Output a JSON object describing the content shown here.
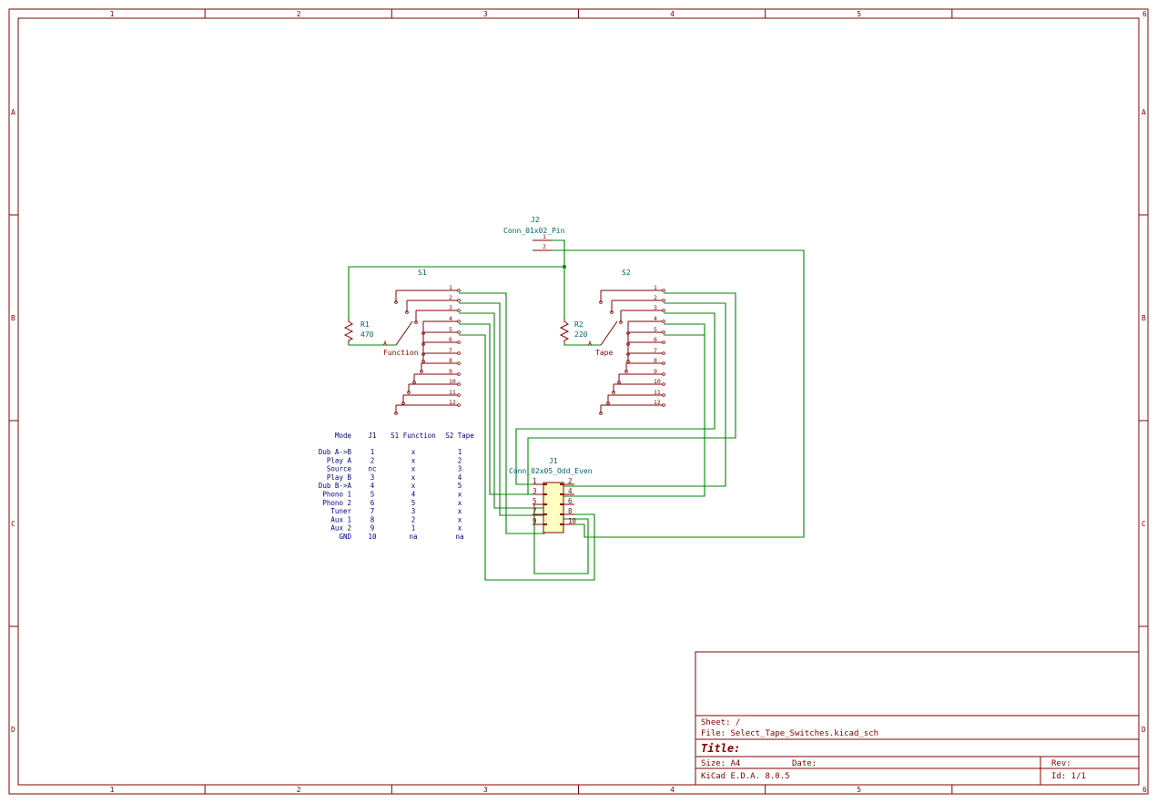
{
  "frame": {
    "columns": [
      "1",
      "2",
      "3",
      "4",
      "5",
      "6"
    ],
    "rows": [
      "A",
      "B",
      "C",
      "D"
    ]
  },
  "title_block": {
    "sheet": "Sheet: /",
    "file": "File: Select_Tape_Switches.kicad_sch",
    "title": "Title:",
    "size": "Size: A4",
    "date": "Date:",
    "rev": "Rev:",
    "kicad": "KiCad E.D.A. 8.0.5",
    "id": "Id: 1/1"
  },
  "components": {
    "J2": {
      "ref": "J2",
      "value": "Conn_01x02_Pin",
      "pins": [
        "1",
        "2"
      ]
    },
    "J1": {
      "ref": "J1",
      "value": "Conn_02x05_Odd_Even",
      "pins_left": [
        "1",
        "3",
        "5",
        "7",
        "9"
      ],
      "pins_right": [
        "2",
        "4",
        "6",
        "8",
        "10"
      ]
    },
    "S1": {
      "ref": "S1",
      "common": "A",
      "value": "Function",
      "pins": [
        "1",
        "2",
        "3",
        "4",
        "5",
        "6",
        "7",
        "8",
        "9",
        "10",
        "11",
        "12"
      ]
    },
    "S2": {
      "ref": "S2",
      "common": "A",
      "value": "Tape",
      "pins": [
        "1",
        "2",
        "3",
        "4",
        "5",
        "6",
        "7",
        "8",
        "9",
        "10",
        "11",
        "12"
      ]
    },
    "R1": {
      "ref": "R1",
      "value": "470"
    },
    "R2": {
      "ref": "R2",
      "value": "220"
    }
  },
  "table": {
    "headers": [
      "Mode",
      "J1",
      "S1 Function",
      "S2 Tape"
    ],
    "rows": [
      [
        "Dub A->B",
        "1",
        "x",
        "1"
      ],
      [
        "Play A",
        "2",
        "x",
        "2"
      ],
      [
        "Source",
        "nc",
        "x",
        "3"
      ],
      [
        "Play B",
        "3",
        "x",
        "4"
      ],
      [
        "Dub B->A",
        "4",
        "x",
        "5"
      ],
      [
        "Phono 1",
        "5",
        "4",
        "x"
      ],
      [
        "Phono 2",
        "6",
        "5",
        "x"
      ],
      [
        "Tuner",
        "7",
        "3",
        "x"
      ],
      [
        "Aux 1",
        "8",
        "2",
        "x"
      ],
      [
        "Aux 2",
        "9",
        "1",
        "x"
      ],
      [
        "GND",
        "10",
        "na",
        "na"
      ]
    ]
  }
}
